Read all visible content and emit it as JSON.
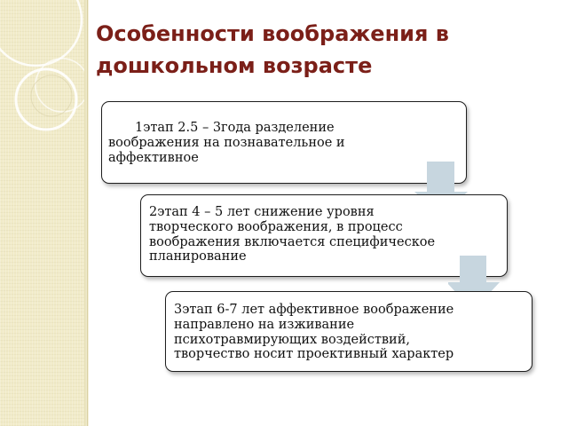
{
  "title": "Особенности воображения в\nдошкольном возрасте",
  "stages": [
    {
      "text": "1этап 2.5 – 3года разделение\nвоображения на познавательное и\nаффективное"
    },
    {
      "text": "2этап 4 – 5 лет снижение уровня\nтворческого воображения, в процесс\nвоображения включается специфическое\nпланирование"
    },
    {
      "text": "3этап 6-7 лет аффективное воображение\nнаправлено на изживание\nпсихотравмирующих воздействий,\nтворчество носит проективный характер"
    }
  ],
  "colors": {
    "title": "#7b1f18",
    "band": "#f1ebc8",
    "arrow": "#c7d6df"
  }
}
